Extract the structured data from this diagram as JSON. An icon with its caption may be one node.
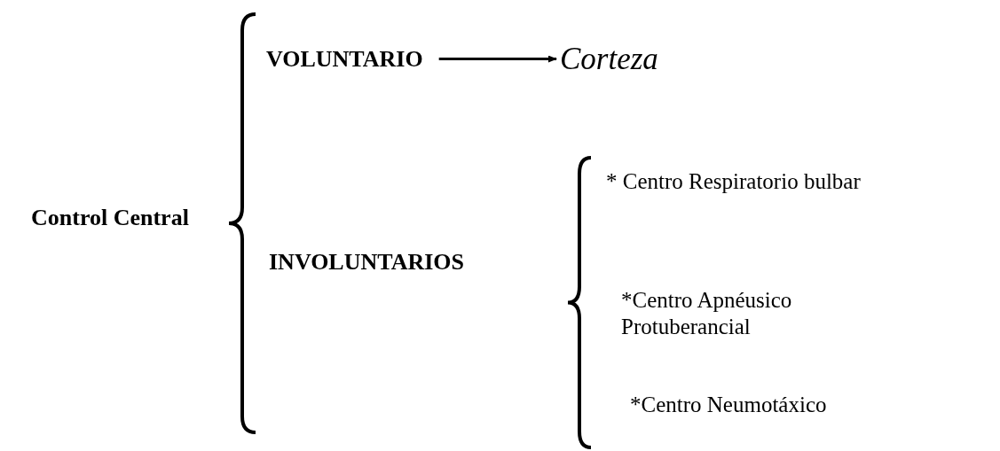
{
  "diagram": {
    "nodes": [
      {
        "text": [
          "Control Central"
        ]
      },
      {
        "text": [
          "VOLUNTARIO"
        ]
      },
      {
        "text": [
          "Corteza"
        ]
      },
      {
        "text": [
          "INVOLUNTARIOS"
        ]
      },
      {
        "text": [
          "* Centro Respiratorio bulbar"
        ]
      },
      {
        "text": [
          "*Centro Apnéusico Protuberancial"
        ]
      },
      {
        "text": [
          "*Centro Neumotáxico"
        ]
      }
    ],
    "edges": [
      {
        "from": 1,
        "to": 2,
        "arrow": "to"
      }
    ]
  }
}
